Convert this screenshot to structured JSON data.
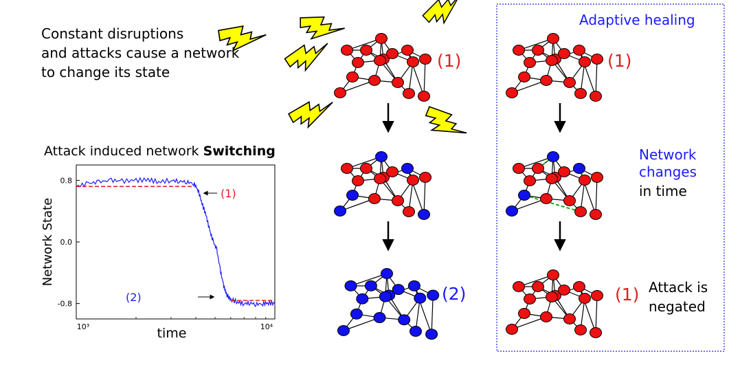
{
  "intro": {
    "line1": "Constant disruptions",
    "line2": "and attacks cause a network",
    "line3": "to change its state"
  },
  "network_labels": {
    "state1": "(1)",
    "state2": "(2)"
  },
  "healing_panel": {
    "title": "Adaptive healing",
    "state1_top": "(1)",
    "changes_line1": "Network",
    "changes_line2": "changes",
    "changes_line3": "in time",
    "state1_bottom": "(1)",
    "negated_line1": "Attack is",
    "negated_line2": "negated"
  },
  "chart_data": {
    "type": "line",
    "title_prefix": "Attack induced network ",
    "title_bold": "Switching",
    "xlabel": "time",
    "ylabel": "Network State",
    "x_scale": "log",
    "xlim": [
      1000,
      10000
    ],
    "ylim": [
      -1,
      1
    ],
    "x_tick_labels": [
      {
        "x": 1000,
        "label": "10³"
      },
      {
        "x": 10000,
        "label": "10⁴"
      }
    ],
    "y_tick_labels": [
      {
        "y": 0.8,
        "label": "0.8"
      },
      {
        "y": 0.0,
        "label": "0.0"
      },
      {
        "y": -0.8,
        "label": "-0.8"
      }
    ],
    "series": [
      {
        "color": "#1a1aff",
        "x": [
          1000,
          1150,
          1300,
          1500,
          1700,
          2000,
          2300,
          2600,
          3000,
          3300,
          3600,
          3900,
          4100,
          4300,
          4500,
          4700,
          4900,
          5100,
          5300,
          5500,
          5700,
          6000,
          6500,
          7000,
          7500,
          8000,
          8700,
          9300,
          10000
        ],
        "y": [
          0.72,
          0.76,
          0.78,
          0.8,
          0.79,
          0.8,
          0.81,
          0.78,
          0.8,
          0.79,
          0.78,
          0.76,
          0.68,
          0.5,
          0.35,
          0.15,
          0.0,
          -0.1,
          -0.35,
          -0.55,
          -0.68,
          -0.75,
          -0.78,
          -0.8,
          -0.79,
          -0.81,
          -0.8,
          -0.79,
          -0.8
        ]
      },
      {
        "color": "#e02020",
        "dashed": true,
        "x": [
          1000,
          3900
        ],
        "y": [
          0.72,
          0.72
        ]
      },
      {
        "color": "#e02020",
        "dashed": true,
        "x": [
          6000,
          10000
        ],
        "y": [
          -0.76,
          -0.76
        ]
      }
    ],
    "annotations": [
      {
        "text": "(1)",
        "color": "#e02020"
      },
      {
        "text": "(2)",
        "color": "#1a1aff"
      }
    ]
  },
  "colors": {
    "red_node": "#ee1111",
    "blue_node": "#1111ee",
    "red_text": "#e02020",
    "blue_text": "#1a1aff",
    "green_link": "#22aa22",
    "bolt_fill": "#ffff00"
  }
}
